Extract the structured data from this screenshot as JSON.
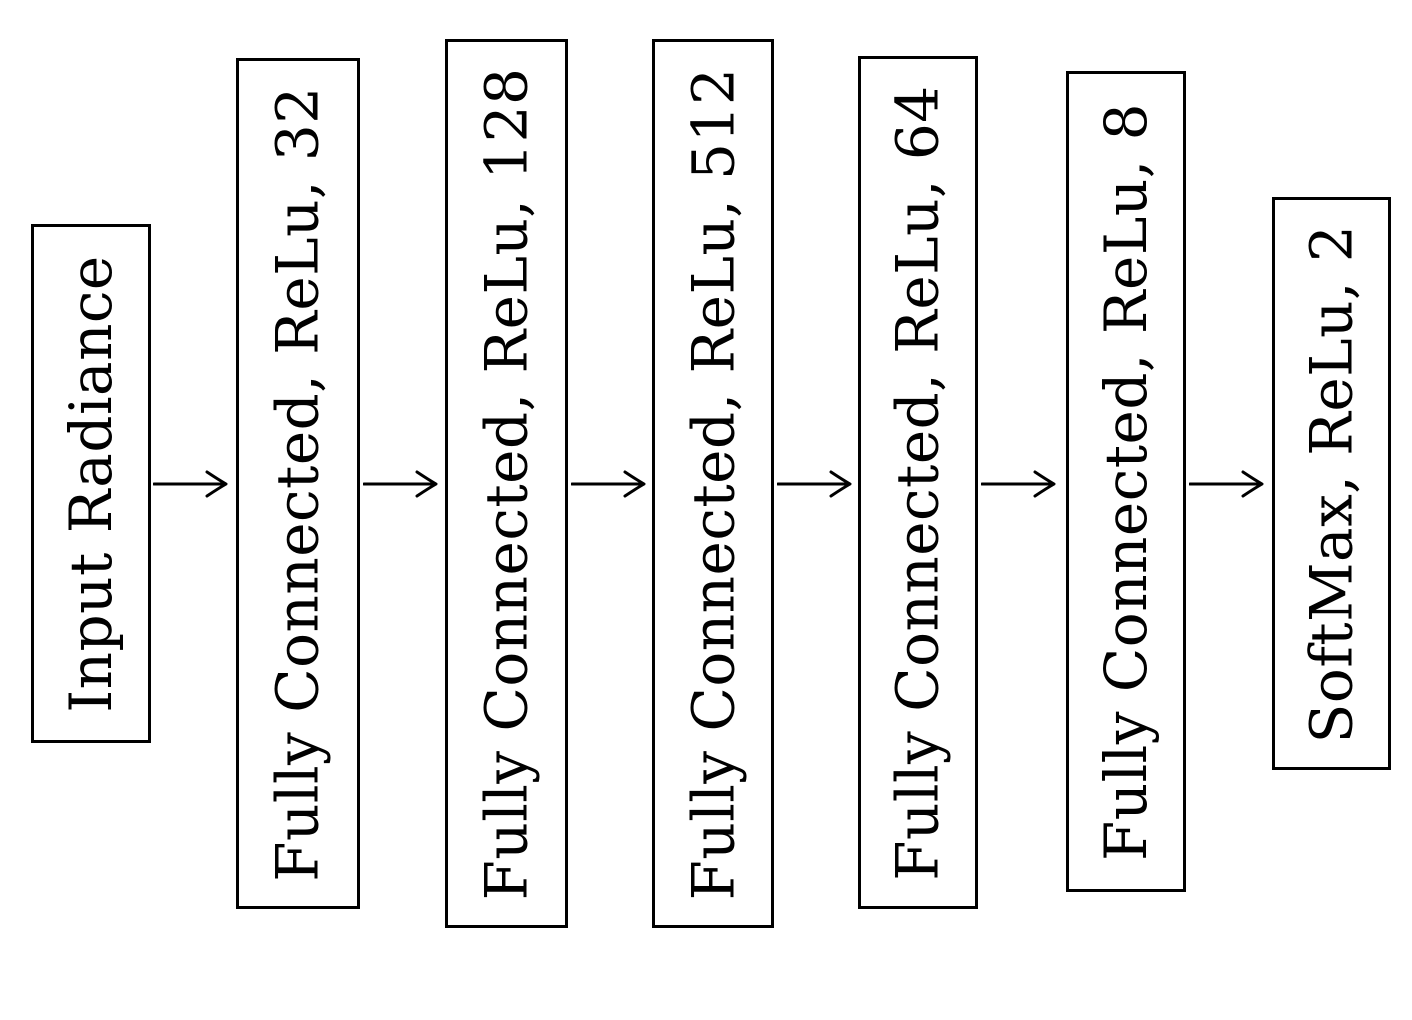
{
  "diagram": {
    "type": "neural-network-flow",
    "orientation": "left-to-right",
    "colors": {
      "background": "#ffffff",
      "box_border": "#000000",
      "text": "#000000",
      "arrow": "#000000"
    },
    "nodes": [
      {
        "id": "input-radiance",
        "label": "Input Radiance"
      },
      {
        "id": "fc-relu-32",
        "label": "Fully Connected, ReLu, 32"
      },
      {
        "id": "fc-relu-128",
        "label": "Fully Connected, ReLu, 128"
      },
      {
        "id": "fc-relu-512",
        "label": "Fully Connected, ReLu, 512"
      },
      {
        "id": "fc-relu-64",
        "label": "Fully Connected, ReLu, 64"
      },
      {
        "id": "fc-relu-8",
        "label": "Fully Connected, ReLu, 8"
      },
      {
        "id": "softmax-relu-2",
        "label": "SoftMax, ReLu, 2"
      }
    ],
    "connections": [
      {
        "from": "input-radiance",
        "to": "fc-relu-32"
      },
      {
        "from": "fc-relu-32",
        "to": "fc-relu-128"
      },
      {
        "from": "fc-relu-128",
        "to": "fc-relu-512"
      },
      {
        "from": "fc-relu-512",
        "to": "fc-relu-64"
      },
      {
        "from": "fc-relu-64",
        "to": "fc-relu-8"
      },
      {
        "from": "fc-relu-8",
        "to": "softmax-relu-2"
      }
    ]
  }
}
